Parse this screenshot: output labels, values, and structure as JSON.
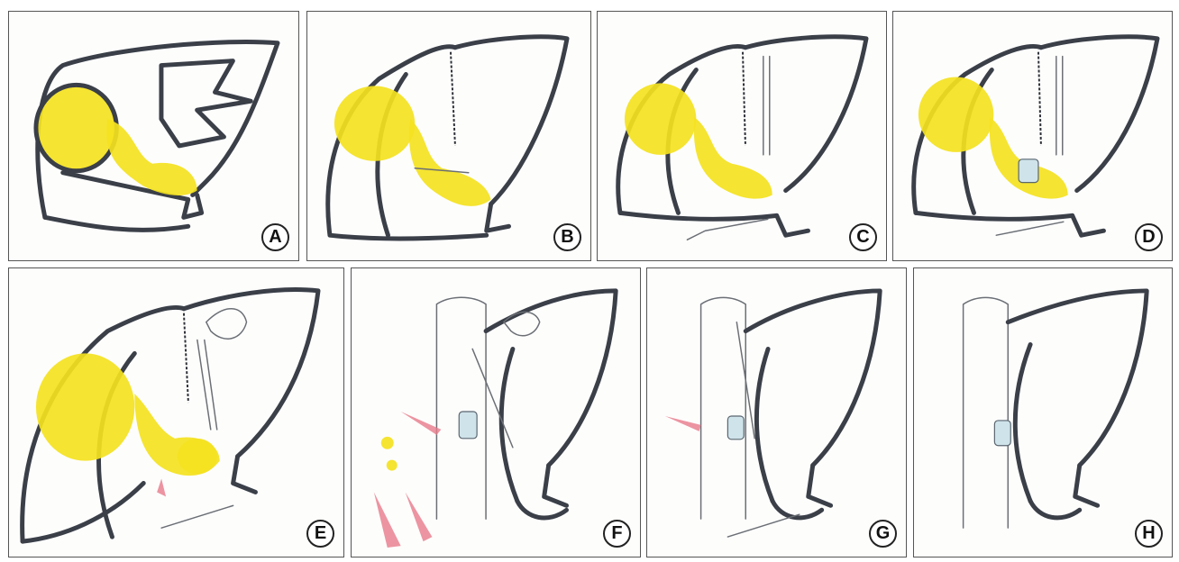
{
  "panels": [
    {
      "id": "A",
      "label": "A"
    },
    {
      "id": "B",
      "label": "B"
    },
    {
      "id": "C",
      "label": "C"
    },
    {
      "id": "D",
      "label": "D"
    },
    {
      "id": "E",
      "label": "E"
    },
    {
      "id": "F",
      "label": "F"
    },
    {
      "id": "G",
      "label": "G"
    },
    {
      "id": "H",
      "label": "H"
    }
  ],
  "colors": {
    "outline": "#3a3f48",
    "yellow_highlight": "#f4e21f",
    "blood": "#e7798a",
    "clamp_blue": "#cfe3ea"
  }
}
